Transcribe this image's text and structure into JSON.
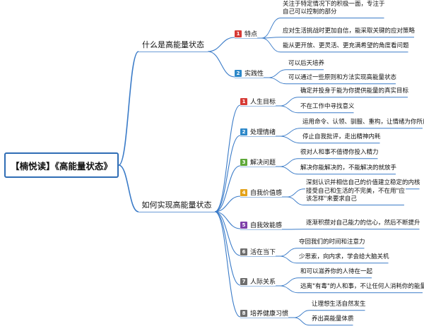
{
  "root": "【楠悦读】《高能量状态》",
  "branches": [
    {
      "label": "什么是高能量状态",
      "subs": [
        {
          "num": "1",
          "color": "#d63a36",
          "label": "特点",
          "leaves": [
            "关注于特定情况下的积极一面，专注于\n自己可以控制的部分",
            "应对生活挑战时更加自信，能采取关键的应对策略",
            "能从更开放、更灵活、更充满希望的角度看问题"
          ]
        },
        {
          "num": "2",
          "color": "#2d88c9",
          "label": "实践性",
          "leaves": [
            "可以后天培养",
            "可以通过一些原则和方法实现高能量状态"
          ]
        }
      ]
    },
    {
      "label": "如何实现高能量状态",
      "subs": [
        {
          "num": "1",
          "color": "#d63a36",
          "label": "人生目标",
          "leaves": [
            "确定并投身于能为你提供能量的真实目标",
            "不在工作中寻找意义"
          ]
        },
        {
          "num": "2",
          "color": "#2d88c9",
          "label": "处理情绪",
          "leaves": [
            "运用命令、认领、驯服、重构，让情绪为你所用",
            "停止自我批评，走出精神内耗"
          ]
        },
        {
          "num": "3",
          "color": "#5ea83a",
          "label": "解决问题",
          "leaves": [
            "很对人和事不值得你投入精力",
            "解决你能解决的，不能解决的就放手"
          ]
        },
        {
          "num": "4",
          "color": "#e3a21a",
          "label": "自我价值感",
          "leaves": [
            "深刻认识并相信自己的价值建立稳定的内核",
            "接受自己和生活的不完美，不在用\"应\n该怎样\"来要求自己"
          ]
        },
        {
          "num": "5",
          "color": "#7d3fa9",
          "label": "自我效能感",
          "leaves": [
            "逐渐积攒对自己能力的信心，然后不断提升"
          ]
        },
        {
          "num": "6",
          "color": "#6e6e6e",
          "label": "活在当下",
          "leaves": [
            "夺回我们的时间和注意力",
            "少思索，向内求，学会给大脑关机"
          ]
        },
        {
          "num": "7",
          "color": "#6e6e6e",
          "label": "人际关系",
          "leaves": [
            "和可以滋养你的人待在一起",
            "远离\"有毒\"的人和事，不让任何人消耗你的能量"
          ]
        },
        {
          "num": "8",
          "color": "#6e6e6e",
          "label": "培养健康习惯",
          "leaves": [
            "让理想生活自然发生",
            "养出高能量体质"
          ]
        }
      ]
    }
  ]
}
